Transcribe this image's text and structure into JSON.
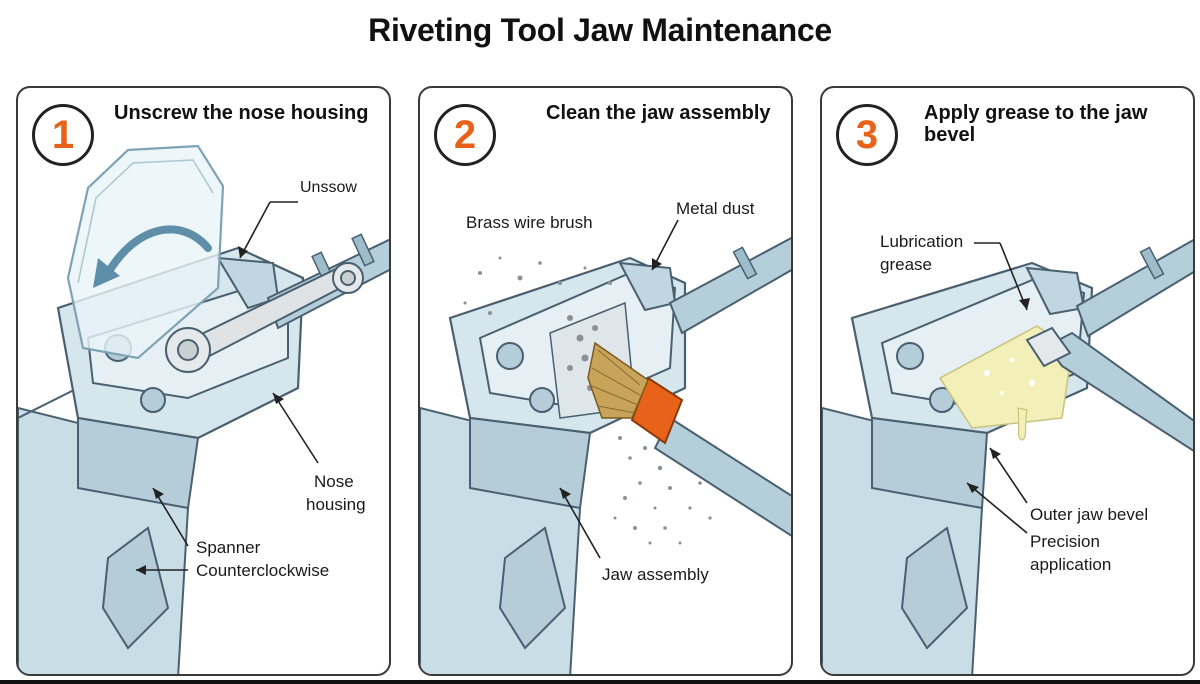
{
  "title": "Riveting Tool Jaw Maintenance",
  "steps": [
    {
      "number": "1",
      "title": "Unscrew the nose housing",
      "callouts": {
        "unscrew": "Unssow",
        "nose_housing_1": "Nose",
        "nose_housing_2": "housing",
        "spanner": "Spanner",
        "direction": "Counterclockwise"
      }
    },
    {
      "number": "2",
      "title": "Clean the jaw assembly",
      "callouts": {
        "brush": "Brass wire brush",
        "dust": "Metal dust",
        "jaw": "Jaw assembly"
      }
    },
    {
      "number": "3",
      "title_line1": "Apply grease to the jaw",
      "title_line2": "bevel",
      "callouts": {
        "grease_1": "Lubrication",
        "grease_2": "grease",
        "bevel": "Outer jaw bevel",
        "precision_1": "Precision",
        "precision_2": "application"
      }
    }
  ],
  "colors": {
    "accent": "#e8621a",
    "tool_body": "#c9dde6",
    "tool_shadow": "#9fbccb",
    "outline": "#4a6070",
    "grease": "#f3efb8"
  }
}
